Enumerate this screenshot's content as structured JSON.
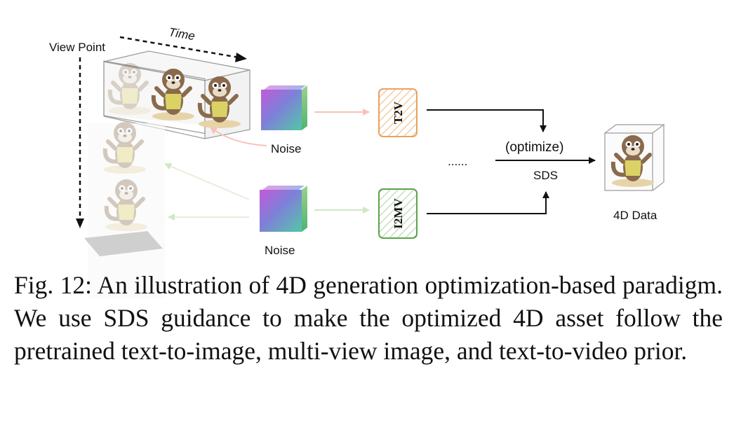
{
  "diagram": {
    "labels": {
      "view_point": "View Point",
      "time": "Time",
      "noise_top": "Noise",
      "noise_bottom": "Noise",
      "t2v": "T2V",
      "i2mv": "I2MV",
      "ellipsis": "......",
      "optimize": "(optimize)",
      "sds": "SDS",
      "data_4d": "4D Data"
    },
    "colors": {
      "t2v": "#e9a060",
      "i2mv": "#5aa44a",
      "t2v_arrow": "#f6c3b6",
      "i2mv_arrow": "#cfe8c2",
      "figure": "#8a6a4c"
    }
  },
  "caption": {
    "text": "Fig. 12: An illustration of 4D generation optimization-based paradigm. We use SDS guidance to make the optimized 4D asset follow the pretrained text-to-image, multi-view image, and text-to-video prior."
  }
}
